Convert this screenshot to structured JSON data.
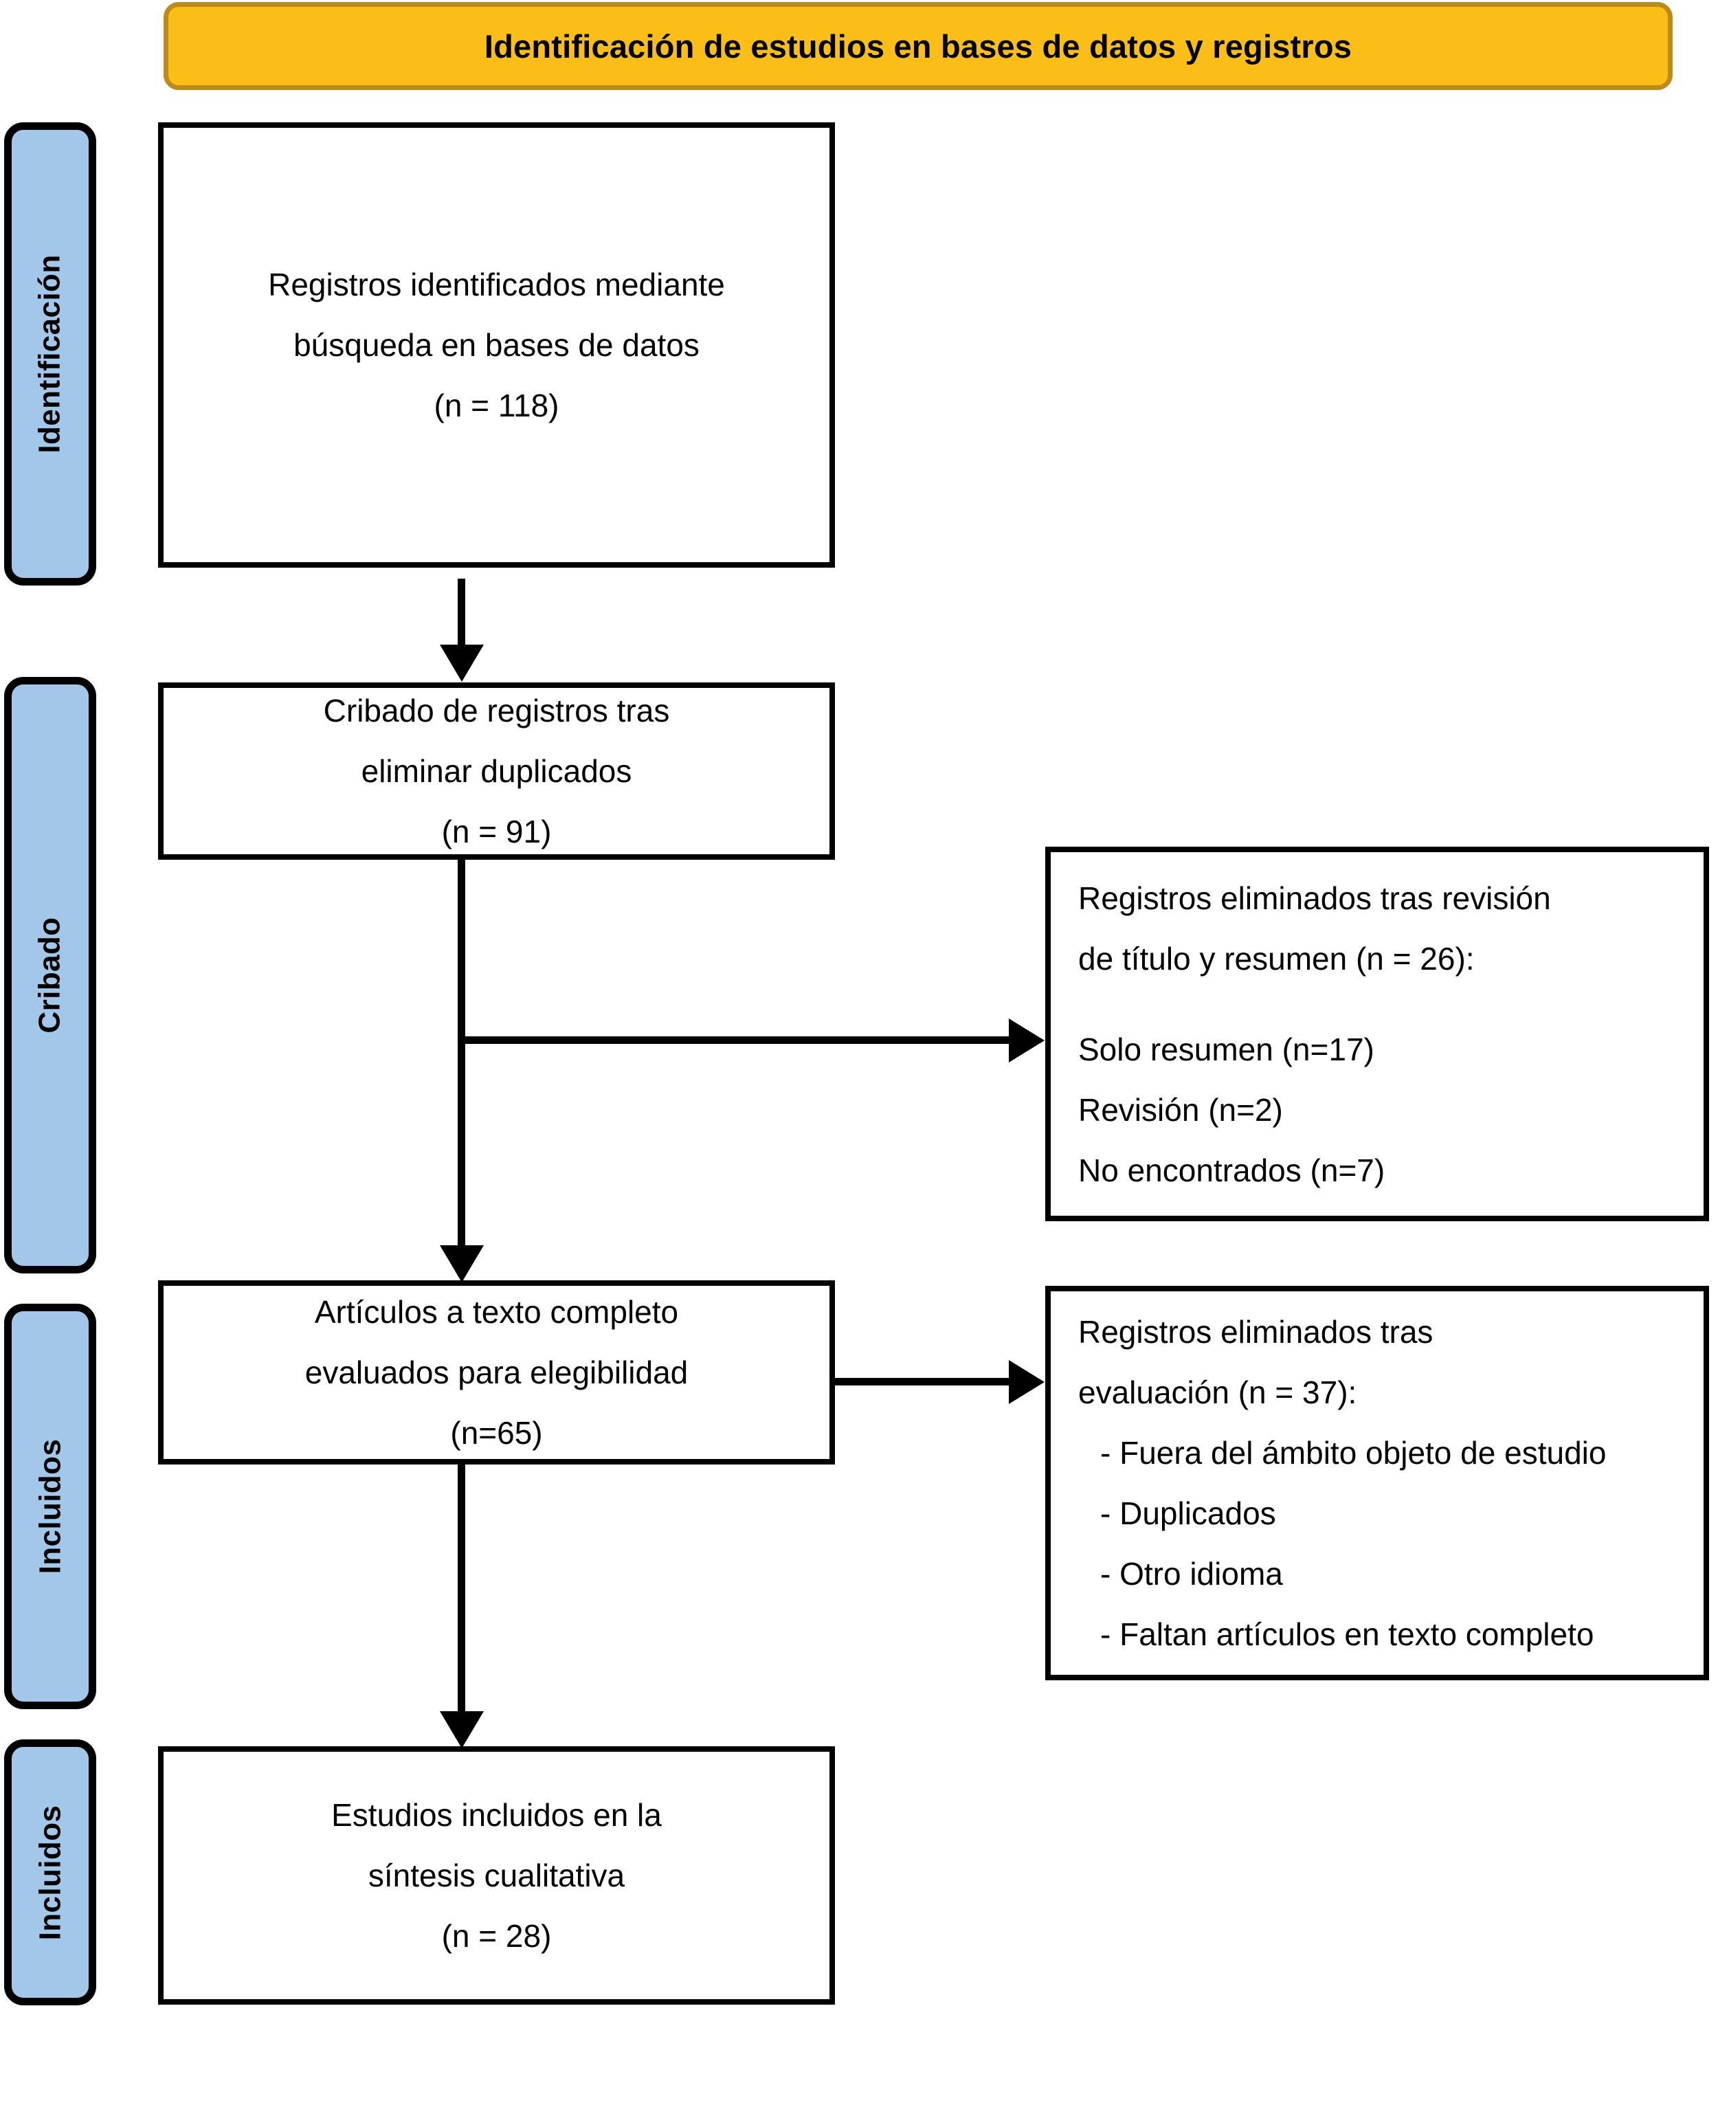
{
  "banner": {
    "title": "Identificación de estudios en bases de datos y registros"
  },
  "stages": [
    {
      "label": "Identificación"
    },
    {
      "label": "Cribado"
    },
    {
      "label": "Incluidos"
    },
    {
      "label": "Incluidos"
    }
  ],
  "flow": {
    "identification_box": {
      "line1": "Registros identificados mediante",
      "line2": "búsqueda en bases de datos",
      "line3": "(n = 118)"
    },
    "screening_box": {
      "line1": "Cribado de registros tras",
      "line2": "eliminar duplicados",
      "line3": "(n = 91)"
    },
    "eligibility_box": {
      "line1": "Artículos a texto completo",
      "line2": "evaluados para elegibilidad",
      "line3": "(n=65)"
    },
    "included_box": {
      "line1": "Estudios incluidos en la",
      "line2": "síntesis cualitativa",
      "line3": "(n = 28)"
    },
    "excluded_screening_box": {
      "line1": "Registros eliminados tras revisión",
      "line2": "de título y resumen (n = 26):",
      "line3": "Solo resumen (n=17)",
      "line4": "Revisión (n=2)",
      "line5": "No encontrados (n=7)"
    },
    "excluded_eligibility_box": {
      "line1": "Registros eliminados tras",
      "line2": "evaluación (n = 37):",
      "line3": "- Fuera del ámbito objeto de estudio",
      "line4": "- Duplicados",
      "line5": "- Otro idioma",
      "line6": "- Faltan artículos en texto completo"
    }
  },
  "colors": {
    "banner_fill": "#FBBE18",
    "banner_border": "#BC8B1C",
    "stage_fill": "#A2C7E9",
    "stroke": "#000000",
    "box_fill": "#FFFFFF"
  }
}
